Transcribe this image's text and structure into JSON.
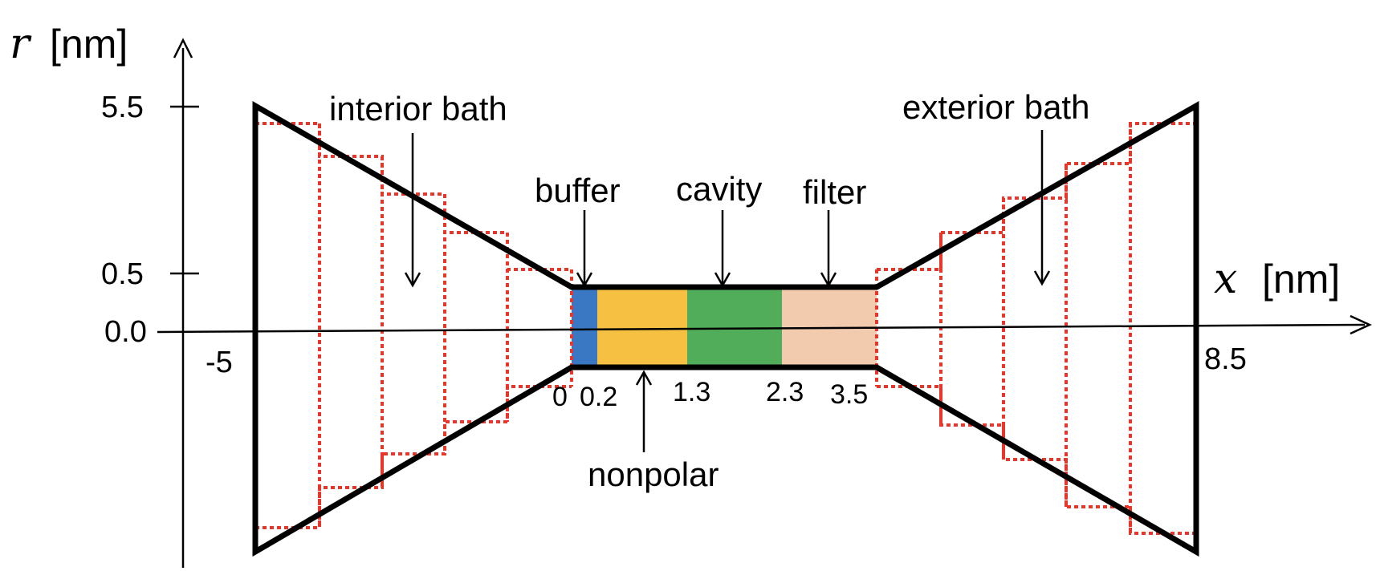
{
  "axes": {
    "r_var": "r",
    "r_unit": "[nm]",
    "x_var": "x",
    "x_unit": "[nm]"
  },
  "r_ticks": [
    "5.5",
    "0.5",
    "0.0"
  ],
  "x_ticks": [
    "-5",
    "8.5",
    "0",
    "0.2",
    "1.3",
    "2.3",
    "3.5"
  ],
  "labels": {
    "interior_bath": "interior bath",
    "exterior_bath": "exterior bath",
    "buffer": "buffer",
    "cavity": "cavity",
    "filter": "filter",
    "nonpolar": "nonpolar"
  },
  "segments": [
    {
      "name": "buffer",
      "x_start": 0,
      "x_end": 0.2,
      "color": "#3a78c4"
    },
    {
      "name": "nonpolar",
      "x_start": 0.2,
      "x_end": 1.3,
      "color": "#f6c143"
    },
    {
      "name": "cavity",
      "x_start": 1.3,
      "x_end": 2.3,
      "color": "#52ad5a"
    },
    {
      "name": "filter",
      "x_start": 2.3,
      "x_end": 3.5,
      "color": "#f2cbaf"
    }
  ],
  "colors": {
    "outline": "#000000",
    "discretization": "#e8362b"
  }
}
